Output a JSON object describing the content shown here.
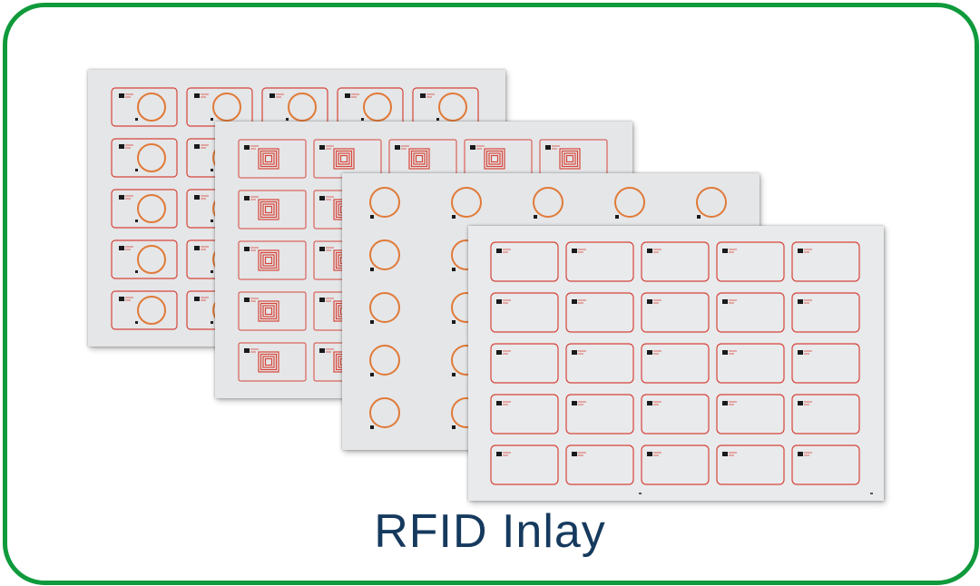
{
  "caption": "RFID Inlay",
  "colors": {
    "border": "#0f9a3c",
    "caption": "#163a5e",
    "sheet": "#e5e6e8",
    "copper": "#e07a38",
    "trace": "#d6453a"
  },
  "sheets": [
    {
      "name": "round-coil-card-inlay-sheet",
      "rows": 5,
      "cols": 5
    },
    {
      "name": "square-coil-card-inlay-sheet",
      "rows": 5,
      "cols": 5
    },
    {
      "name": "round-coil-tag-inlay-sheet",
      "rows": 5,
      "cols": 5
    },
    {
      "name": "uhf-card-inlay-sheet",
      "rows": 5,
      "cols": 5
    }
  ]
}
